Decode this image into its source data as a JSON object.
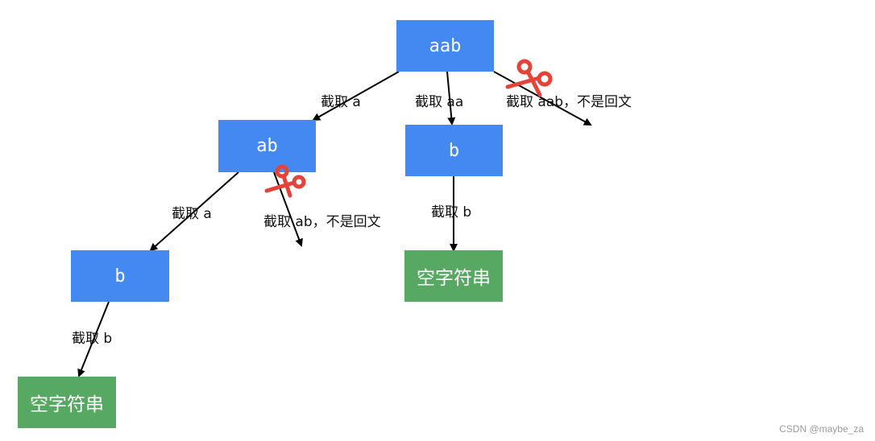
{
  "nodes": {
    "root": "aab",
    "ab": "ab",
    "b_mid": "b",
    "b_left": "b",
    "empty_left": "空字符串",
    "empty_mid": "空字符串"
  },
  "edges": {
    "root_to_ab": "截取 a",
    "root_to_b": "截取 aa",
    "root_cut": "截取 aab，不是回文",
    "ab_to_b": "截取 a",
    "ab_cut": "截取 ab，不是回文",
    "b_mid_to_empty": "截取 b",
    "b_left_to_empty": "截取 b"
  },
  "colors": {
    "node_blue": "#4489f1",
    "node_green": "#57a862",
    "scissors": "#e5433a"
  },
  "icons": [
    "scissors-icon"
  ],
  "watermark": "CSDN @maybe_za"
}
